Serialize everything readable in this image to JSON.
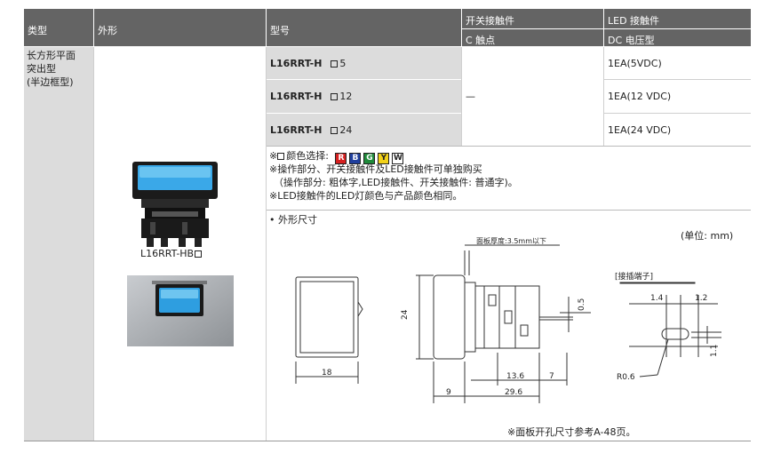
{
  "header": {
    "type": "类型",
    "shape": "外形",
    "model": "型号",
    "switch_contact": "开关接触件",
    "switch_contact_sub": "C 触点",
    "led_contact": "LED 接触件",
    "led_contact_sub": "DC 电压型"
  },
  "type_text": [
    "长方形平面",
    "突出型",
    "(半边框型)"
  ],
  "rows": [
    {
      "model": "L16RRT-H",
      "suffix": "5",
      "switch": "",
      "led": "1EA(5VDC)"
    },
    {
      "model": "L16RRT-H",
      "suffix": "12",
      "switch": "—",
      "led": "1EA(12 VDC)"
    },
    {
      "model": "L16RRT-H",
      "suffix": "24",
      "switch": "",
      "led": "1EA(24 VDC)"
    }
  ],
  "product_label": "L16RRT-HB",
  "notes": {
    "color_prefix": "※",
    "color_label": "颜色选择:",
    "colors": [
      {
        "letter": "R",
        "bg": "#d62020",
        "fg": "#ffffff"
      },
      {
        "letter": "B",
        "bg": "#1f3f9e",
        "fg": "#ffffff"
      },
      {
        "letter": "G",
        "bg": "#1f8a3a",
        "fg": "#ffffff"
      },
      {
        "letter": "Y",
        "bg": "#f2d21a",
        "fg": "#222222"
      },
      {
        "letter": "W",
        "bg": "#ffffff",
        "fg": "#222222"
      }
    ],
    "line2": "※操作部分、开关接触件及LED接触件可单独购买",
    "line3": "（操作部分: 粗体字,LED接触件、开关接触件: 普通字)。",
    "line4": "※LED接触件的LED灯颜色与产品颜色相同。"
  },
  "dimensions": {
    "title": "• 外形尺寸",
    "unit": "(单位: mm)",
    "panel_thickness": "面板厚度:3.5mm以下",
    "terminal_label": "[接插端子]",
    "d24": "24",
    "d18": "18",
    "d9": "9",
    "d29_6": "29.6",
    "d13_6": "13.6",
    "d7": "7",
    "d0_5": "0.5",
    "d1_4": "1.4",
    "d1_2": "1.2",
    "d1_1": "1.1",
    "r0_6": "R0.6",
    "footnote": "※面板开孔尺寸参考A-48页。"
  }
}
